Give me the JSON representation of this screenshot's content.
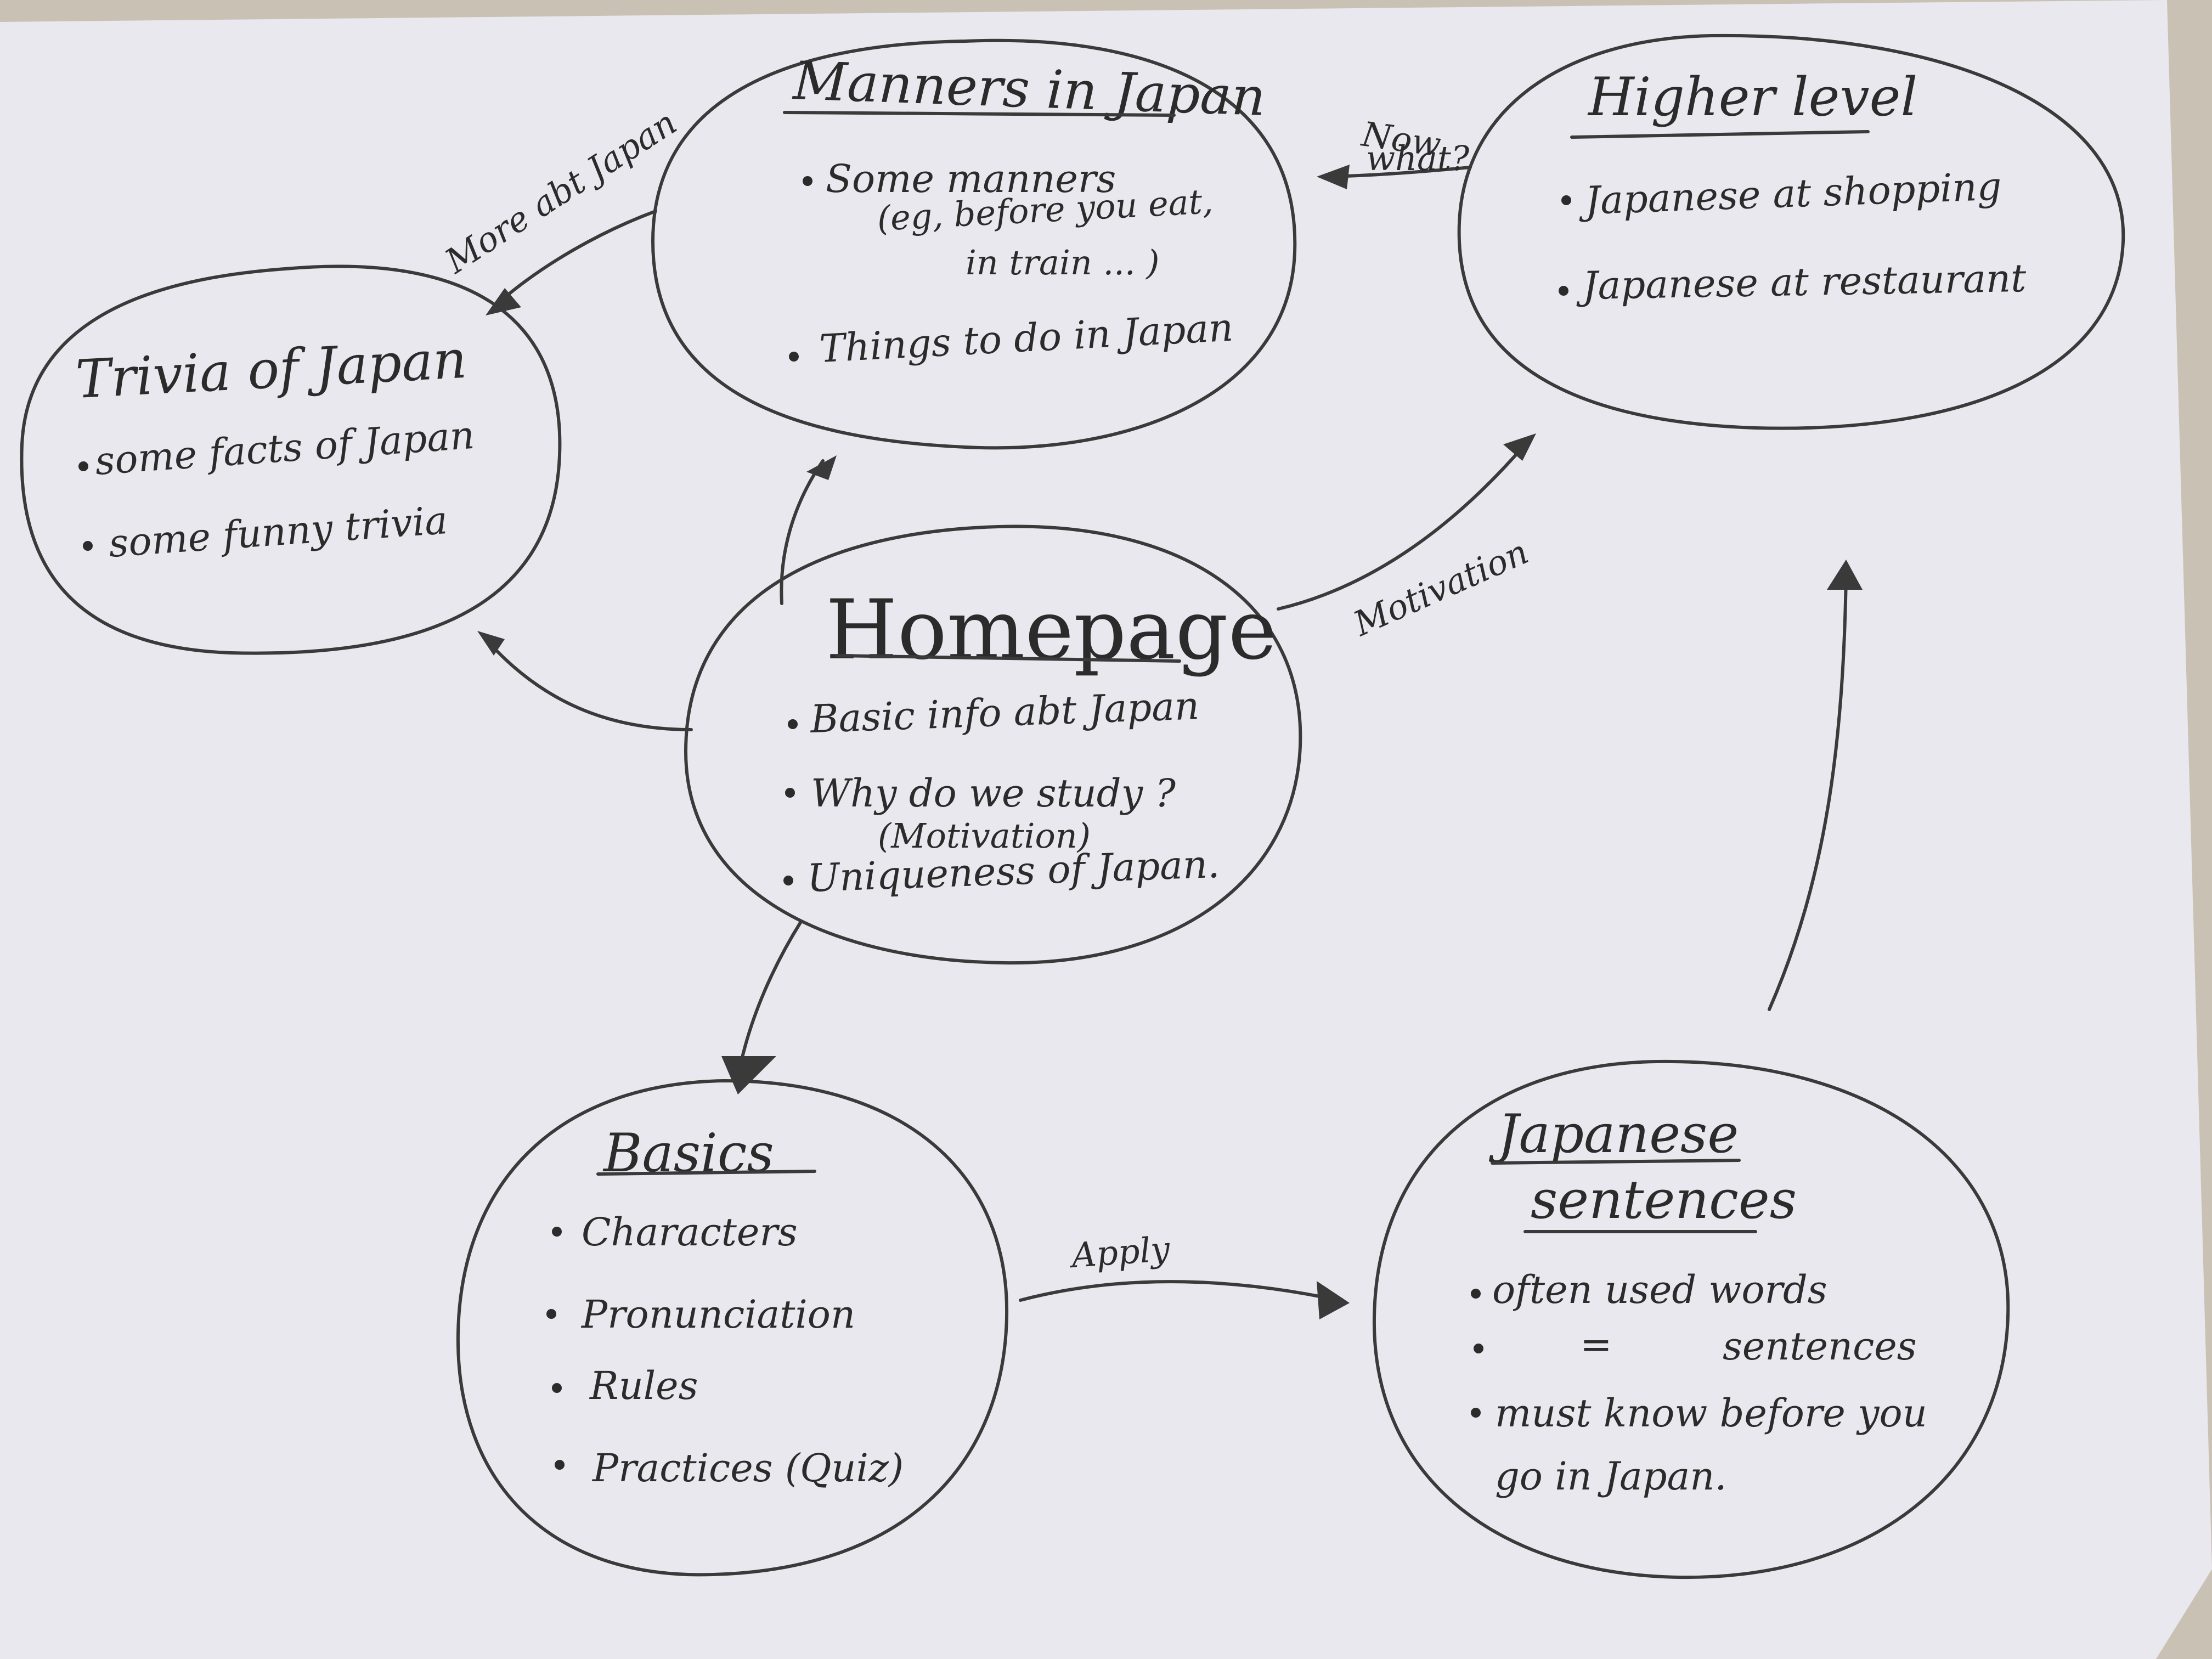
{
  "colors": {
    "paper": "#e9e8ee",
    "table": "#c9c2b4",
    "pencil": "#2b2b2b"
  },
  "nodes": {
    "homepage": {
      "title": "Homepage",
      "items": [
        "Basic info abt Japan",
        "Why do we study ?",
        "(Motivation)",
        "Uniqueness of Japan."
      ]
    },
    "manners": {
      "title": "Manners in Japan",
      "items": [
        "Some manners",
        "(eg, before you eat,",
        "in train ... )",
        "Things to do in Japan"
      ]
    },
    "trivia": {
      "title": "Trivia of Japan",
      "items": [
        "some facts of Japan",
        "some funny trivia"
      ]
    },
    "higher": {
      "title": "Higher level",
      "items": [
        "Japanese at shopping",
        "Japanese at restaurant"
      ]
    },
    "basics": {
      "title": "Basics",
      "items": [
        "Characters",
        "Pronunciation",
        "Rules",
        "Practices (Quiz)"
      ]
    },
    "sentences": {
      "title_line1": "Japanese",
      "title_line2": "sentences",
      "items": [
        "often used words",
        "=",
        "sentences",
        "must know before you",
        "go in Japan."
      ]
    }
  },
  "edges": {
    "more_abt_japan": "More abt Japan",
    "now_line1": "Now",
    "now_line2": "what?",
    "motivation": "Motivation",
    "apply": "Apply"
  }
}
